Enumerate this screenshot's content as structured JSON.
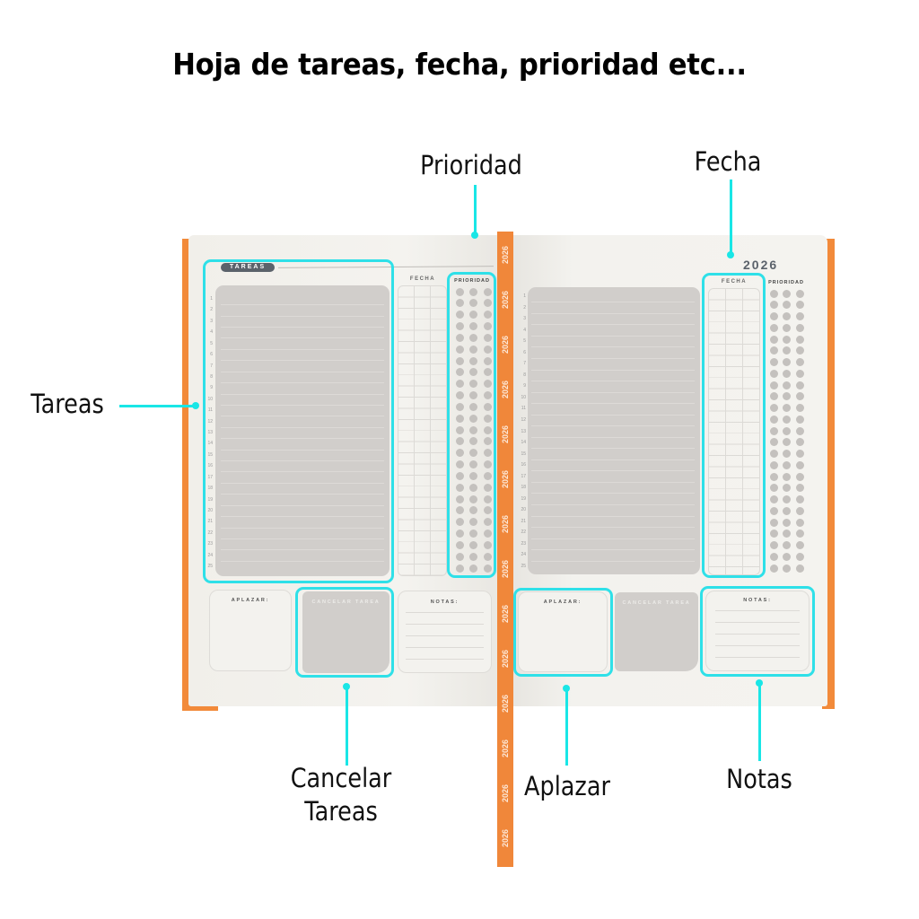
{
  "title": "Hoja de tareas, fecha, prioridad etc...",
  "callouts": {
    "prioridad": "Prioridad",
    "fecha": "Fecha",
    "tareas": "Tareas",
    "cancelar_line1": "Cancelar",
    "cancelar_line2": "Tareas",
    "aplazar": "Aplazar",
    "notas": "Notas"
  },
  "ribbon": {
    "label": "2026",
    "repeat": 14
  },
  "left_page": {
    "tareas_header": "TAREAS",
    "fecha_header": "FECHA",
    "prioridad_header": "PRIORIDAD",
    "row_numbers": [
      "1",
      "2",
      "3",
      "4",
      "5",
      "6",
      "7",
      "8",
      "9",
      "10",
      "11",
      "12",
      "13",
      "14",
      "15",
      "16",
      "17",
      "18",
      "19",
      "20",
      "21",
      "22",
      "23",
      "24",
      "25"
    ],
    "aplazar_label": "APLAZAR:",
    "cancelar_label": "CANCELAR TAREA",
    "notas_label": "NOTAS:"
  },
  "right_page": {
    "year": "2026",
    "fecha_header": "FECHA",
    "prioridad_header": "PRIORIDAD",
    "row_numbers": [
      "1",
      "2",
      "3",
      "4",
      "5",
      "6",
      "7",
      "8",
      "9",
      "10",
      "11",
      "12",
      "13",
      "14",
      "15",
      "16",
      "17",
      "18",
      "19",
      "20",
      "21",
      "22",
      "23",
      "24",
      "25"
    ],
    "aplazar_label": "APLAZAR:",
    "cancelar_label": "CANCELAR TAREA",
    "notas_label": "NOTAS:"
  },
  "colors": {
    "highlight": "#2fe0e8",
    "cover": "#f28a3a",
    "header_pill": "#5b626b",
    "grey_area": "#d1cecb",
    "dot": "#c4c1be"
  }
}
